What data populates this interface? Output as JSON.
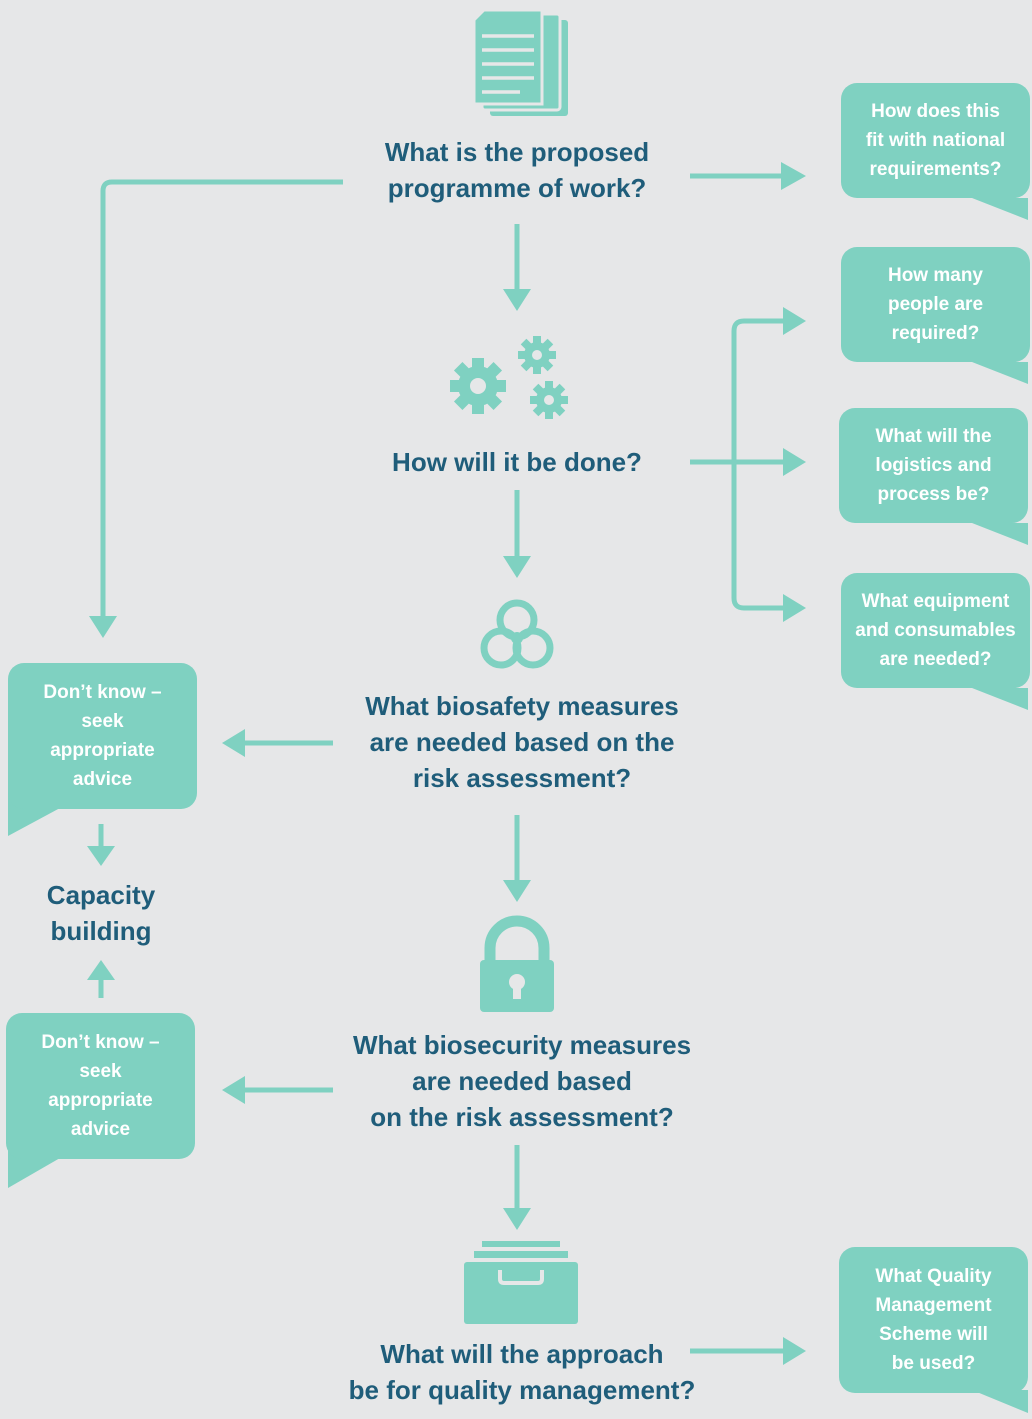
{
  "colors": {
    "accent": "#7fd1c1",
    "text": "#1f5d7a",
    "background": "#e6e7e8",
    "bubble_text": "#ffffff"
  },
  "steps": {
    "programme": {
      "text": "What is the proposed\nprogramme of work?",
      "icon": "documents-icon"
    },
    "how": {
      "text": "How will it be done?",
      "icon": "gears-icon"
    },
    "biosafety": {
      "text": "What biosafety measures\nare needed based on the\nrisk assessment?",
      "icon": "biohazard-icon"
    },
    "biosecurity": {
      "text": "What biosecurity measures\nare needed based\non the risk assessment?",
      "icon": "padlock-icon"
    },
    "quality": {
      "text": "What will the approach\nbe for quality management?",
      "icon": "filing-drawer-icon"
    }
  },
  "capacity": {
    "text": "Capacity\nbuilding"
  },
  "bubbles": {
    "national": "How does this\nfit with national\nrequirements?",
    "people": "How many\npeople are\nrequired?",
    "logistics": "What will the\nlogistics and\nprocess be?",
    "equipment": "What equipment\nand consumables\nare needed?",
    "advice_biosafety": "Don’t know –\nseek\nappropriate\nadvice",
    "advice_biosecurity": "Don’t know –\nseek\nappropriate\nadvice",
    "qms": "What Quality\nManagement\nScheme will\nbe used?"
  }
}
